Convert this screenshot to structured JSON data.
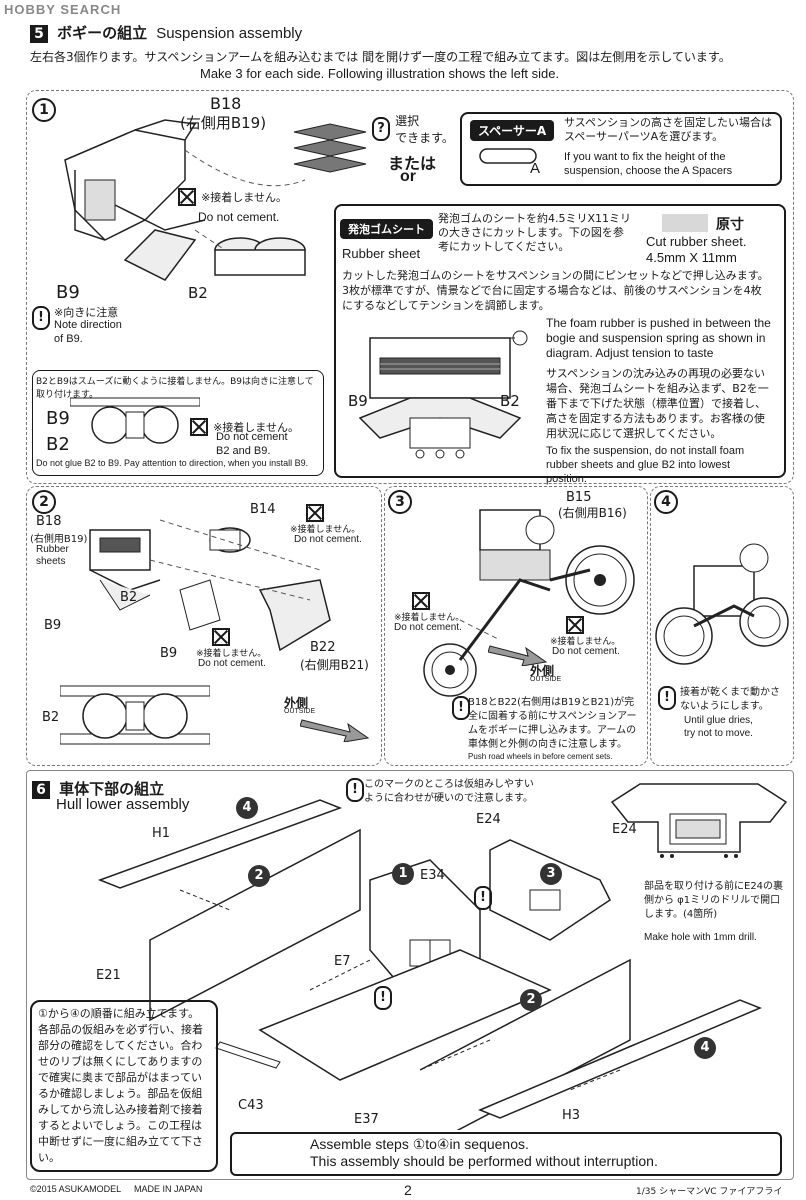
{
  "watermark": "HOBBY SEARCH",
  "section5": {
    "number": "5",
    "title_jp": "ボギーの組立",
    "title_en": "Suspension assembly",
    "intro_jp": "左右各3個作ります。サスペンションアームを組み込むまでは 間を開けず一度の工程で組み立てます。図は左側用を示しています。",
    "intro_en": "Make 3 for each side. Following illustration shows the left side.",
    "step1": {
      "num": "1",
      "b18": "B18",
      "b18_right": "(右側用B19)",
      "choice_jp": "選択\nできます。",
      "or_jp": "または",
      "or_en": "or",
      "no_cement_jp": "※接着しません。",
      "no_cement_en": "Do not cement.",
      "b9": "B9",
      "b2": "B2",
      "note_dir_jp": "※向きに注意",
      "note_dir_en": "Note direction\nof B9.",
      "spacer_tag": "スペーサーA",
      "spacer_jp": "サスペンションの高さを固定したい場合はスペーサーパーツAを選びます。",
      "spacer_en": "If you want to fix the height of the suspension, choose the A Spacers",
      "spacer_part": "A",
      "rubber_tag": "発泡ゴムシート",
      "rubber_sheet_en": "Rubber sheet",
      "rubber_jp": "発泡ゴムのシートを約4.5ミリX11ミリの大きさにカットします。下の図を参考にカットしてください。",
      "actual_jp": "原寸",
      "cut_en": "Cut rubber sheet.",
      "cut_size": "4.5mm X 11mm",
      "rubber_detail_jp": "カットした発泡ゴムのシートをサスペンションの間にピンセットなどで押し込みます。3枚が標準ですが、情景などで台に固定する場合などは、前後のサスペンションを4枚にするなどしてテンションを調節します。",
      "foam_en": "The foam rubber is pushed in between the bogie and suspension spring as shown in diagram. Adjust tension to taste",
      "fix_jp": "サスペンションの沈み込みの再現の必要ない場合、発泡ゴムシートを組み込まず、B2を一番下まで下げた状態（標準位置）で接着し、高さを固定する方法もあります。お客様の使用状況に応じて選択してください。",
      "fix_en": "To fix the suspension, do not install foam rubber sheets and glue B2 into lowest position.",
      "sub_note_jp": "B2とB9はスムーズに動くように接着しません。B9は向きに注意して取り付けます。",
      "sub_b9": "B9",
      "sub_b2": "B2",
      "sub_no_cement_jp": "※接着しません。",
      "sub_no_cement_en": "Do not cement\nB2 and B9.",
      "sub_note_en": "Do not glue B2 to B9. Pay attention to direction, when you install B9."
    },
    "step2": {
      "num": "2",
      "b18": "B18",
      "b18_right": "(右側用B19)",
      "rubber": "Rubber\nsheets",
      "b14": "B14",
      "no_cement_jp": "※接着しません。",
      "no_cement_en": "Do not cement.",
      "b2": "B2",
      "b9": "B9",
      "b9_2": "B9",
      "b22": "B22",
      "b22_right": "(右側用B21)",
      "outside_jp": "外側",
      "outside_en": "OUTSIDE",
      "bottom_b2": "B2"
    },
    "step3": {
      "num": "3",
      "b15": "B15",
      "b15_right": "(右側用B16)",
      "no_cement_jp": "※接着しません。",
      "no_cement_en": "Do not cement.",
      "outside_jp": "外側",
      "outside_en": "OUTSIDE",
      "note_jp": "B18とB22(右側用はB19とB21)が完全に固着する前にサスペンションアームをボギーに押し込みます。アームの車体側と外側の向きに注意します。",
      "note_en": "Push road wheels in before cement sets."
    },
    "step4": {
      "num": "4",
      "note_jp": "接着が乾くまで動かさないようにします。",
      "note_en": "Until glue dries,\ntry not to move."
    }
  },
  "section6": {
    "number": "6",
    "title_jp": "車体下部の組立",
    "title_en": "Hull lower assembly",
    "mark_note_jp": "このマークのところは仮組みしやすいように合わせが硬いので注意します。",
    "labels": {
      "h1": "H1",
      "e21": "E21",
      "e7": "E7",
      "e34": "E34",
      "e24": "E24",
      "e24_right": "E24",
      "c43": "C43",
      "e37": "E37",
      "h3": "H3"
    },
    "steps": [
      "1",
      "2",
      "3",
      "4"
    ],
    "drill_jp": "部品を取り付ける前にE24の裏側から φ1ミリのドリルで開口します。(4箇所)",
    "drill_en": "Make hole with 1mm drill.",
    "order_jp": "①から④の順番に組み立てます。各部品の仮組みを必ず行い、接着部分の確認をしてください。合わせのリブは無くにしてありますので確実に奥まで部品がはまっているか確認しましょう。部品を仮組みしてから流し込み接着剤で接着するとよいでしょう。この工程は中断せずに一度に組み立てて下さい。",
    "assemble_en_1": "Assemble steps ①to④in sequenos.",
    "assemble_en_2": "This assembly should be performed without interruption."
  },
  "footer": {
    "copyright": "©2015 ASUKAMODEL",
    "made": "MADE IN JAPAN",
    "page": "2",
    "scale": "1/35 シャーマンVC ファイアフライ"
  }
}
